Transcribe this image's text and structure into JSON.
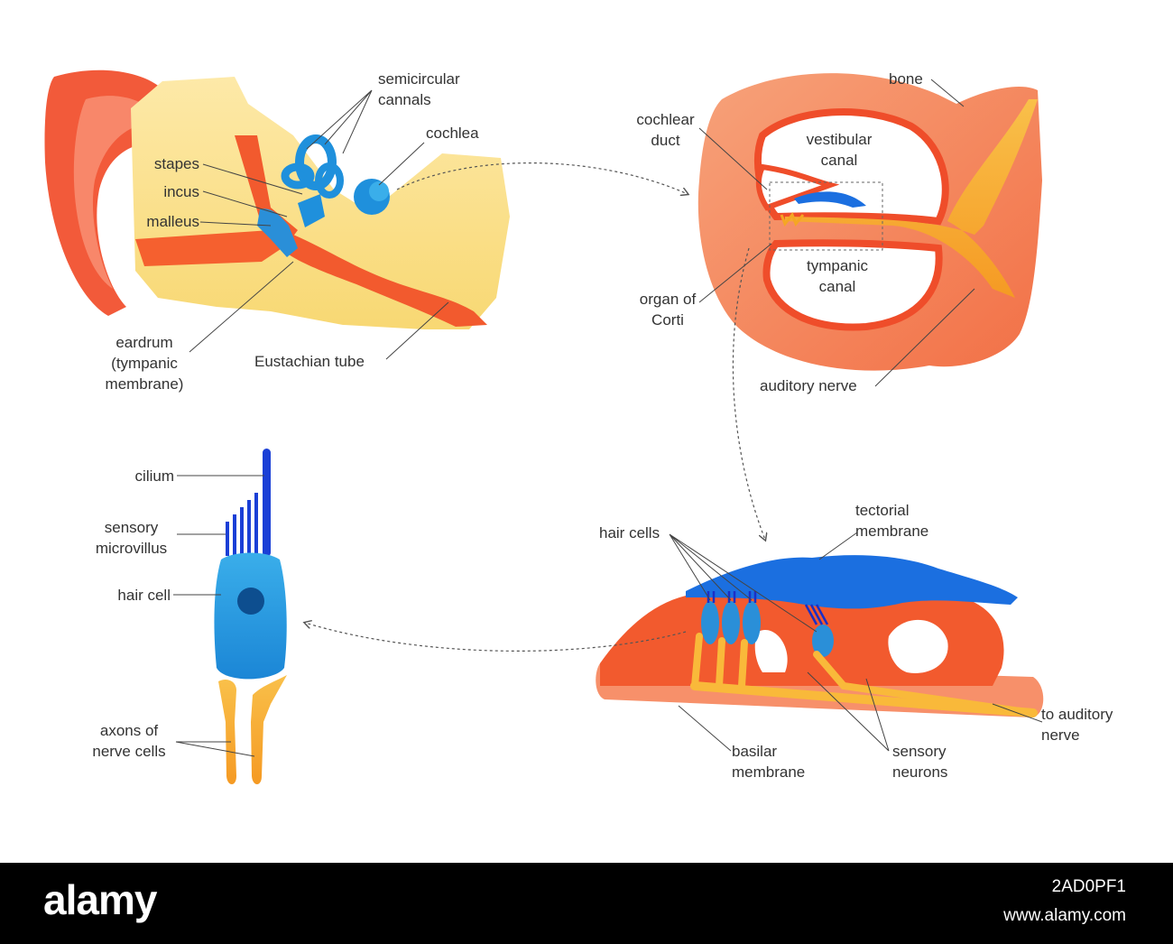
{
  "labels": {
    "semicircular": "semicircular\ncannals",
    "cochlea": "cochlea",
    "stapes": "stapes",
    "incus": "incus",
    "malleus": "malleus",
    "eardrum": "eardrum\n(tympanic\nmembrane)",
    "eustachian": "Eustachian tube",
    "bone": "bone",
    "cochlear_duct": "cochlear\nduct",
    "vestibular": "vestibular\ncanal",
    "tympanic_canal": "tympanic\ncanal",
    "organ_corti": "organ of\nCorti",
    "auditory_nerve": "auditory nerve",
    "cilium": "cilium",
    "microvillus": "sensory\nmicrovillus",
    "hair_cell": "hair cell",
    "axons": "axons of\nnerve cells",
    "hair_cells": "hair cells",
    "tectorial": "tectorial\nmembrane",
    "basilar": "basilar\nmembrane",
    "sensory_neurons": "sensory\nneurons",
    "to_auditory": "to auditory\nnerve"
  },
  "footer": {
    "logo": "alamy",
    "image_id": "2AD0PF1",
    "site": "www.alamy.com"
  },
  "colors": {
    "orange": "#f25a2e",
    "light_orange": "#f7a06a",
    "yellow": "#fbe08a",
    "blue": "#1e9ae0",
    "dark_blue": "#1a3fd6",
    "nerve": "#f5a623"
  }
}
